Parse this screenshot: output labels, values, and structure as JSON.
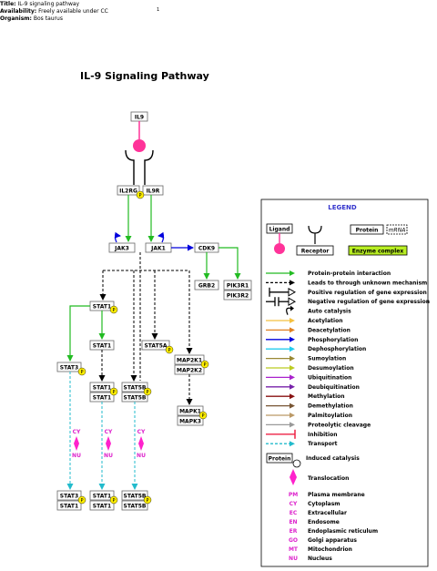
{
  "header": {
    "title_label": "Title:",
    "title_value": "IL-9 signaling pathway",
    "availability_label": "Availability:",
    "availability_value": "Freely available under CC",
    "organism_label": "Organism:",
    "organism_value": "Bos taurus",
    "page_number": "1"
  },
  "pathway_title": "IL-9 Signaling Pathway",
  "nodes": {
    "il9": "IL9",
    "il2rg": "IL2RG",
    "il9r": "IL9R",
    "jak3": "JAK3",
    "jak1": "JAK1",
    "cdk9": "CDK9",
    "grb2": "GRB2",
    "pik3r1": "PIK3R1",
    "pik3r2": "PIK3R2",
    "stat1_a": "STAT1",
    "stat1_b": "STAT1",
    "stat3": "STAT3",
    "stat1_c": "STAT1",
    "stat1_d": "STAT1",
    "stat5b_a": "STAT5B",
    "stat5b_b": "STAT5B",
    "stat5a": "STAT5A",
    "map2k1": "MAP2K1",
    "map2k2": "MAP2K2",
    "mapk1": "MAPK1",
    "mapk3": "MAPK3",
    "stat3_bottom": "STAT3",
    "stat1_bottom_a": "STAT1",
    "stat1_bottom_b": "STAT1",
    "stat5b_bottom_a": "STAT5B",
    "stat5b_bottom_b": "STAT5B",
    "phospho_badge": "P"
  },
  "translocation": {
    "from_label": "CY",
    "to_label": "NU"
  },
  "legend": {
    "title": "LEGEND",
    "ligand": "Ligand",
    "protein": "Protein",
    "mrna": "mRNA",
    "receptor": "Receptor",
    "enzyme_complex": "Enzyme complex",
    "arrows": [
      {
        "label": "Protein-protein interaction",
        "color": "#22bb22",
        "style": "solid"
      },
      {
        "label": "Leads to through unknown mechanism",
        "color": "#000000",
        "style": "dashed"
      },
      {
        "label": "Positive regulation of gene expression",
        "color": "#000000",
        "style": "pos-reg"
      },
      {
        "label": "Negative regulation of gene expression",
        "color": "#000000",
        "style": "neg-reg"
      },
      {
        "label": "Auto catalysis",
        "color": "#000000",
        "style": "auto"
      },
      {
        "label": "Acetylation",
        "color": "#f4c040",
        "style": "solid"
      },
      {
        "label": "Deacetylation",
        "color": "#e08020",
        "style": "solid"
      },
      {
        "label": "Phosphorylation",
        "color": "#0000dd",
        "style": "solid"
      },
      {
        "label": "Dephosphorylation",
        "color": "#22ccee",
        "style": "solid"
      },
      {
        "label": "Sumoylation",
        "color": "#998833",
        "style": "solid"
      },
      {
        "label": "Desumoylation",
        "color": "#bbcc22",
        "style": "solid"
      },
      {
        "label": "Ubiquitination",
        "color": "#aa22cc",
        "style": "solid"
      },
      {
        "label": "Deubiquitination",
        "color": "#7722aa",
        "style": "solid"
      },
      {
        "label": "Methylation",
        "color": "#881111",
        "style": "solid"
      },
      {
        "label": "Demethylation",
        "color": "#775533",
        "style": "solid"
      },
      {
        "label": "Palmitoylation",
        "color": "#bb9966",
        "style": "solid"
      },
      {
        "label": "Proteolytic cleavage",
        "color": "#999999",
        "style": "solid"
      },
      {
        "label": "Inhibition",
        "color": "#ee2244",
        "style": "inhibit"
      },
      {
        "label": "Transport",
        "color": "#22bbcc",
        "style": "dashed"
      }
    ],
    "induced_catalysis": "Induced catalysis",
    "translocation": "Translocation",
    "compartments": [
      {
        "abbr": "PM",
        "name": "Plasma membrane"
      },
      {
        "abbr": "CY",
        "name": "Cytoplasm"
      },
      {
        "abbr": "EC",
        "name": "Extracellular"
      },
      {
        "abbr": "EN",
        "name": "Endosome"
      },
      {
        "abbr": "ER",
        "name": "Endoplasmic reticulum"
      },
      {
        "abbr": "GO",
        "name": "Golgi apparatus"
      },
      {
        "abbr": "MT",
        "name": "Mitochondrion"
      },
      {
        "abbr": "NU",
        "name": "Nucleus"
      }
    ]
  },
  "colors": {
    "ligand": "#ff3399",
    "interaction": "#22bb22",
    "phosphorylation": "#0000dd",
    "transport": "#22bbcc",
    "translocation": "#ff22cc",
    "badge": "#ffee00",
    "enzyme_complex": "#b8ee22",
    "legend_title": "#3333cc",
    "compartment_text": "#dd22cc"
  }
}
